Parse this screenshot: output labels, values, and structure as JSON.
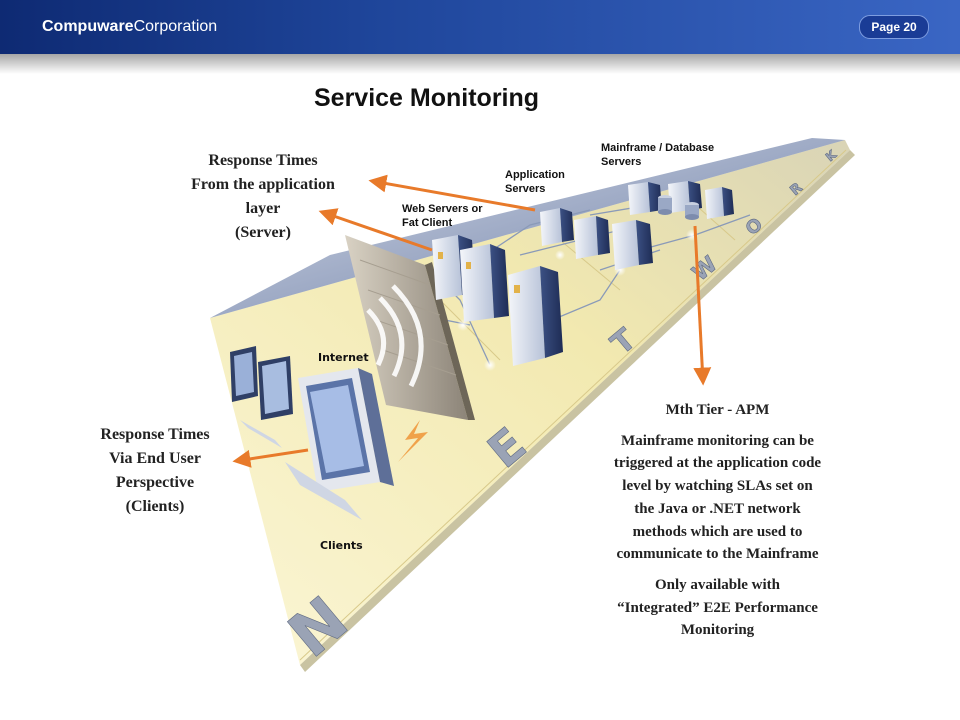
{
  "header": {
    "brand_bold": "Compuware",
    "brand_rest": "Corporation",
    "page": "Page 20"
  },
  "title": "Service Monitoring",
  "labels": {
    "server_rt": [
      "Response Times",
      "From the application",
      "layer",
      "(Server)"
    ],
    "client_rt": [
      "Response Times",
      "Via End User",
      "Perspective",
      "(Clients)"
    ],
    "web_servers": [
      "Web Servers or",
      "Fat Client"
    ],
    "app_servers": [
      "Application",
      "Servers"
    ],
    "mainframe_servers": [
      "Mainframe / Database",
      "Servers"
    ],
    "internet": "Internet",
    "clients": "Clients",
    "network_letters": [
      "N",
      "E",
      "T",
      "W",
      "O",
      "R",
      "K"
    ]
  },
  "apm": {
    "heading": "Mth Tier - APM",
    "body": [
      "Mainframe monitoring can be",
      "triggered at the application code",
      "level by watching SLAs set on",
      "the Java or .NET network",
      "methods which are used to",
      "communicate to the Mainframe"
    ],
    "note": [
      "Only available with",
      "“Integrated” E2E Performance",
      "Monitoring"
    ]
  },
  "colors": {
    "header_dark": "#0e2a73",
    "header_light": "#3a66c4",
    "arrow": "#e87a2a",
    "floor": "#f2e9b0"
  }
}
